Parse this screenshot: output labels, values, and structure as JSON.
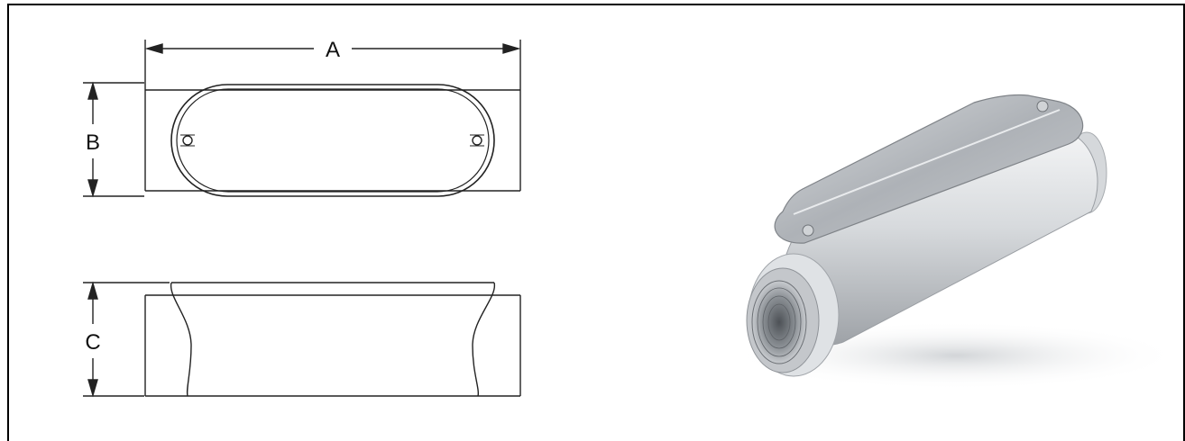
{
  "drawing": {
    "label_a": "A",
    "label_b": "B",
    "label_c": "C"
  },
  "photo": {
    "description_icon": "conduit-body-icon"
  },
  "colors": {
    "line": "#222222",
    "body_light": "#eef0f2",
    "body_mid": "#c9ccd0",
    "body_dark": "#8d9196",
    "cover": "#b9bdc2"
  }
}
